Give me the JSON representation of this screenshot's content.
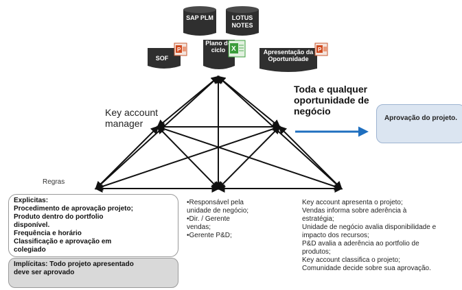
{
  "systems": {
    "sap_plm": "SAP PLM",
    "lotus_notes": "LOTUS NOTES"
  },
  "documents": {
    "sof": "SOF",
    "plano_de_ciclo": "Plano de ciclo",
    "apresentacao": "Apresentação da Oportunidade"
  },
  "labels": {
    "key_account_manager": "Key account manager",
    "toda_oportunidade": "Toda e qualquer oportunidade de negócio",
    "aprovacao": "Aprovação do projeto.",
    "regras": "Regras"
  },
  "explicitas": {
    "title": "Explicitas:",
    "items": [
      "Procedimento de aprovação projeto;",
      "Produto dentro do portfolio",
      "disponível.",
      "Frequência e horário",
      "Classificação e  aprovação em",
      "colegiado"
    ]
  },
  "implicitas": {
    "lines": [
      "Implícitas: Todo projeto apresentado",
      "deve ser aprovado"
    ]
  },
  "responsaveis": {
    "lines": [
      "•Responsável pela",
      "unidade de negócio;",
      "•Dir. / Gerente",
      "vendas;",
      "•Gerente P&D;"
    ]
  },
  "processo": {
    "lines": [
      "Key account apresenta o projeto;",
      "Vendas informa sobre aderência à",
      "estratégia;",
      "Unidade de negócio avalia disponibilidade e",
      "impacto dos recursos;",
      "P&D avalia a aderência ao portfolio de",
      "produtos;",
      "Key account classifica o projeto;",
      "Comunidade decide sobre sua aprovação."
    ]
  },
  "colors": {
    "dark_shape": "#2f2f2f",
    "arrow_blue": "#1f6fbf",
    "box_blue_fill": "#dbe5f1",
    "box_gray_fill": "#d9d9d9",
    "ppt_red": "#d04a1e",
    "xls_green": "#3a9d3a"
  },
  "icons": [
    "database-icon",
    "document-icon",
    "powerpoint-icon",
    "excel-icon",
    "blue-arrow-icon"
  ]
}
